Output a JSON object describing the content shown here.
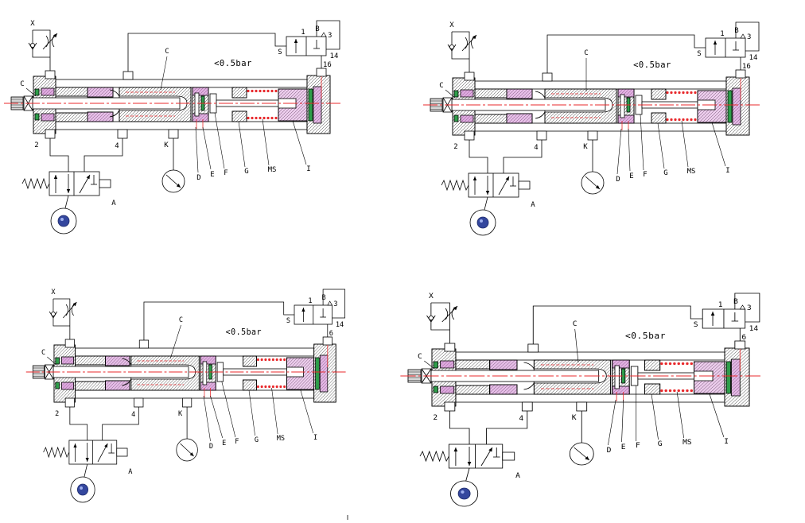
{
  "panels": [
    {
      "labels": {
        "x": "X",
        "c_left": "C",
        "c_top": "C",
        "pressure": "<0.5bar",
        "port_1": "1",
        "port_b": "B",
        "port_3": "3",
        "port_s": "S",
        "port_14": "14",
        "port_top_right": "16",
        "port_2": "2",
        "port_4": "4",
        "port_k": "K",
        "d": "D",
        "e": "E",
        "f": "F",
        "g": "G",
        "ms": "MS",
        "i": "I",
        "a": "A"
      }
    },
    {
      "labels": {
        "x": "X",
        "c_left": "C",
        "c_top": "C",
        "pressure": "<0.5bar",
        "port_1": "1",
        "port_b": "B",
        "port_3": "3",
        "port_s": "S",
        "port_14": "14",
        "port_top_right": "16",
        "port_2": "2",
        "port_4": "4",
        "port_k": "K",
        "d": "D",
        "e": "E",
        "f": "F",
        "g": "G",
        "ms": "MS",
        "i": "I",
        "a": "A"
      }
    },
    {
      "labels": {
        "x": "X",
        "c_left": "C",
        "c_top": "C",
        "pressure": "<0.5bar",
        "port_1": "1",
        "port_b": "B",
        "port_3": "3",
        "port_s": "S",
        "port_14": "14",
        "port_top_right": "6",
        "port_2": "2",
        "port_4": "4",
        "port_k": "K",
        "d": "D",
        "e": "E",
        "f": "F",
        "g": "G",
        "ms": "MS",
        "i": "I",
        "a": "A"
      }
    },
    {
      "labels": {
        "x": "X",
        "c_left": "C",
        "c_top": "C",
        "pressure": "<0.5bar",
        "port_1": "1",
        "port_b": "B",
        "port_3": "3",
        "port_s": "S",
        "port_14": "14",
        "port_top_right": "6",
        "port_2": "2",
        "port_4": "4",
        "port_k": "K",
        "d": "D",
        "e": "E",
        "f": "F",
        "g": "G",
        "ms": "MS",
        "i": "I",
        "a": "A"
      }
    }
  ],
  "colors": {
    "line": "#000000",
    "centerline": "#e8282b",
    "seal": "#c86fc9",
    "green": "#2e9d4a",
    "pump_core": "#34479e",
    "pump_highlight": "#9fb0ee"
  }
}
